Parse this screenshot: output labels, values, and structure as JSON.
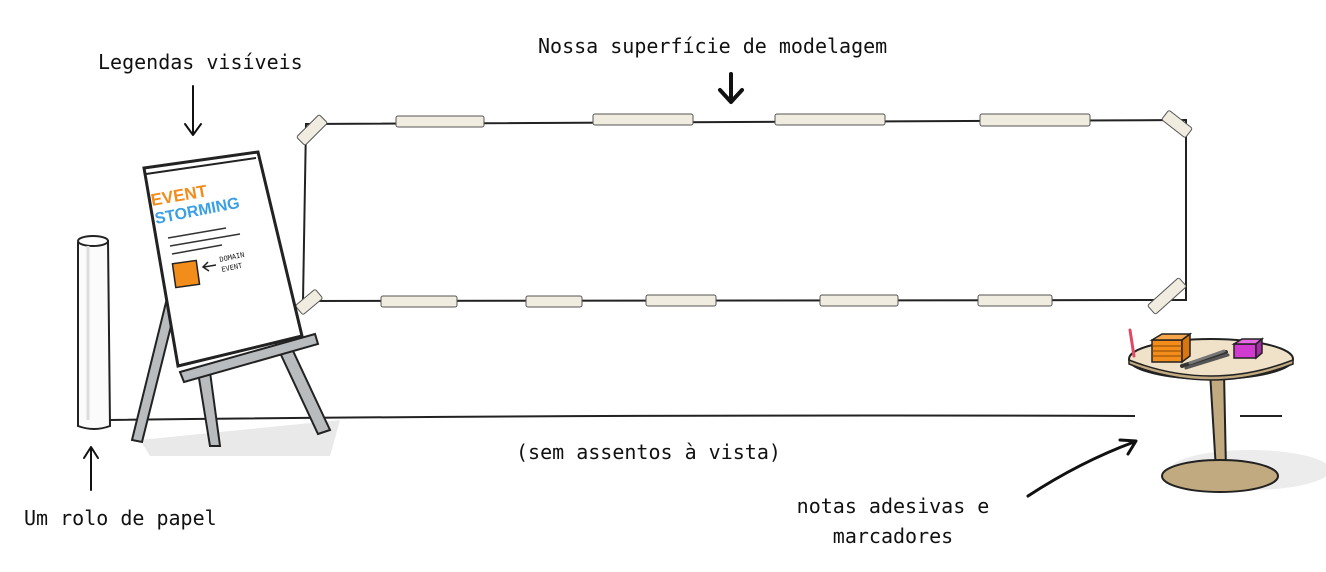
{
  "labels": {
    "legend_title": "Legendas visíveis",
    "surface": "Nossa superfície de modelagem",
    "no_seats": "(sem assentos à vista)",
    "paper_roll": "Um rolo de papel",
    "sticky_notes_line1": "notas adesivas e",
    "sticky_notes_line2": "marcadores"
  },
  "flipchart": {
    "word1": "EVENT",
    "word2": "STORMING",
    "sticky_label_line1": "DOMAIN",
    "sticky_label_line2": "EVENT"
  },
  "colors": {
    "orange": "#f28c1b",
    "blue": "#3aa0e6",
    "tape": "#f1ece0",
    "easel": "#b9bcbf",
    "table_top": "#efe2c8",
    "table_leg": "#c2aa80",
    "magenta": "#d23bd0",
    "shadow": "#e6e6e6"
  }
}
